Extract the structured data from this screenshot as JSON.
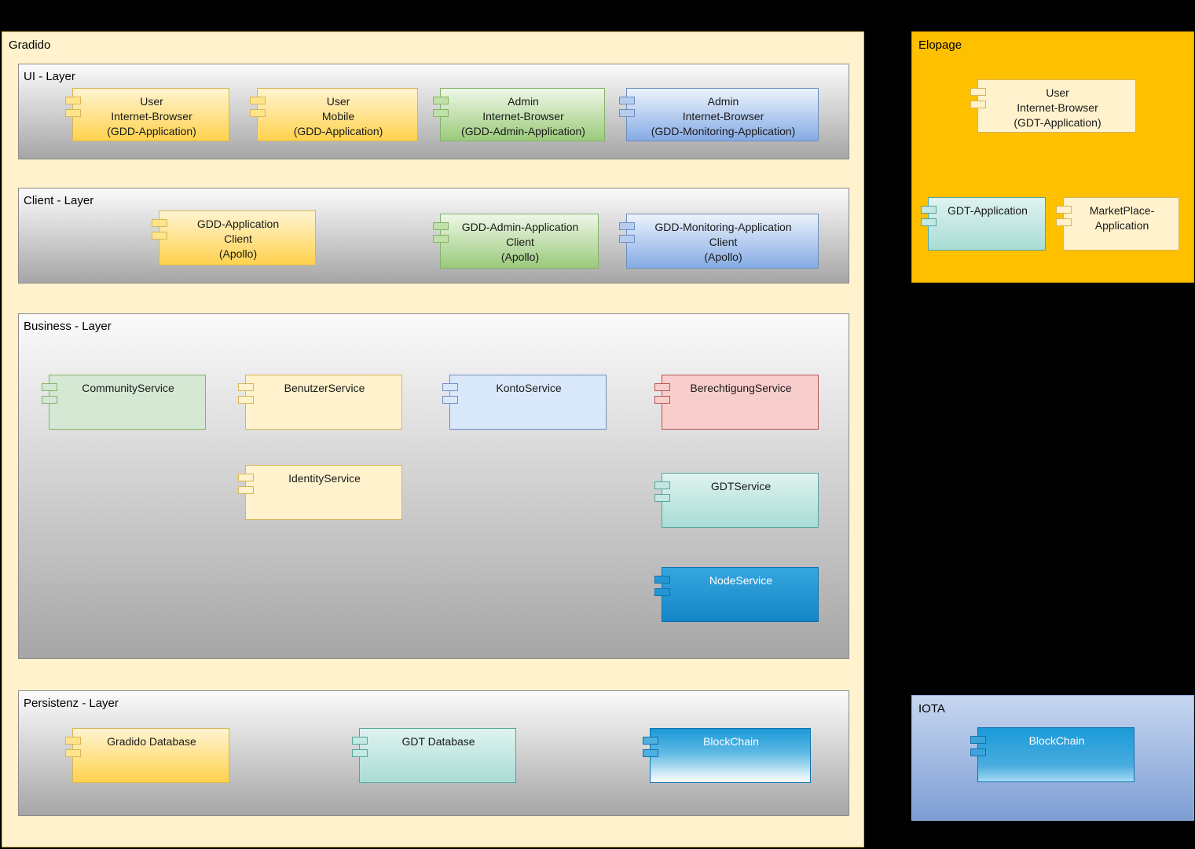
{
  "palette": {
    "background": "#000000",
    "gradido_fill": "#FFF2CC",
    "gradido_border": "#D6B656",
    "elopage_fill": "#FFC000",
    "layer_gradient_top": "#FBFBFB",
    "layer_gradient_bottom": "#A6A6A6",
    "yellow_component": "#FFD24D",
    "green_component": "#9BCA7B",
    "blue_component": "#85ABE4",
    "pale_green_component": "#D5E8D4",
    "pale_yellow_component": "#FFF2CC",
    "pale_blue_component": "#DAE8FC",
    "pink_component": "#F8CECC",
    "teal_component": "#A9DCD5",
    "bright_blue_component": "#1486C6",
    "iota_gradient_top": "#C6D6F0",
    "iota_gradient_bottom": "#7E9ED4"
  },
  "gradido": {
    "title": "Gradido",
    "ui_layer": {
      "title": "UI - Layer",
      "components": [
        {
          "label": "User\nInternet-Browser\n(GDD-Application)"
        },
        {
          "label": "User\nMobile\n(GDD-Application)"
        },
        {
          "label": "Admin\nInternet-Browser\n(GDD-Admin-Application)"
        },
        {
          "label": "Admin\nInternet-Browser\n(GDD-Monitoring-Application)"
        }
      ]
    },
    "client_layer": {
      "title": "Client - Layer",
      "components": [
        {
          "label": "GDD-Application\nClient\n(Apollo)"
        },
        {
          "label": "GDD-Admin-Application\nClient\n(Apollo)"
        },
        {
          "label": "GDD-Monitoring-Application\nClient\n(Apollo)"
        }
      ]
    },
    "business_layer": {
      "title": "Business - Layer",
      "components": [
        {
          "label": "CommunityService"
        },
        {
          "label": "BenutzerService"
        },
        {
          "label": "KontoService"
        },
        {
          "label": "BerechtigungService"
        },
        {
          "label": "IdentityService"
        },
        {
          "label": "GDTService"
        },
        {
          "label": "NodeService"
        }
      ]
    },
    "persistenz_layer": {
      "title": "Persistenz - Layer",
      "components": [
        {
          "label": "Gradido Database"
        },
        {
          "label": "GDT Database"
        },
        {
          "label": "BlockChain"
        }
      ]
    }
  },
  "elopage": {
    "title": "Elopage",
    "components": [
      {
        "label": "User\nInternet-Browser\n(GDT-Application)"
      },
      {
        "label": "GDT-Application"
      },
      {
        "label": "MarketPlace-\nApplication"
      }
    ]
  },
  "iota": {
    "title": "IOTA",
    "components": [
      {
        "label": "BlockChain"
      }
    ]
  }
}
